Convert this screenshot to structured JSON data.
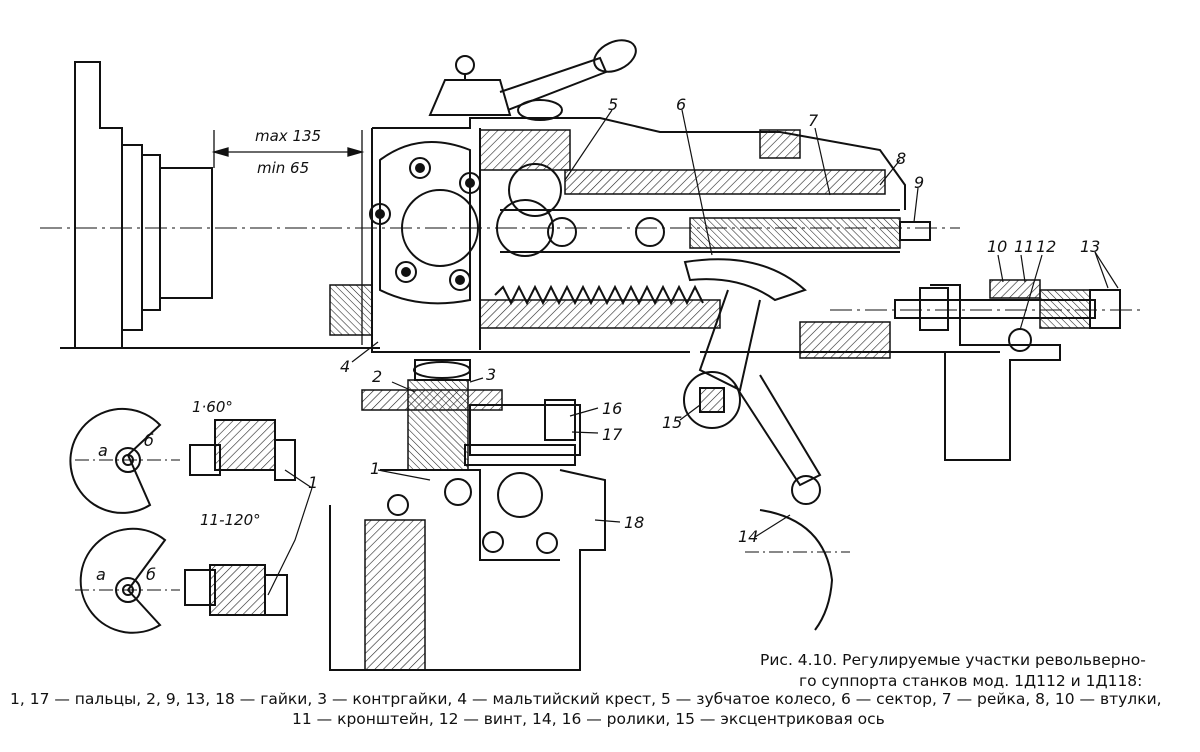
{
  "figure": {
    "dimensions": {
      "max": "max 135",
      "min": "min 65"
    },
    "angles": {
      "a1": "1·60°",
      "a2": "11-120°"
    },
    "part_labels": [
      "1",
      "2",
      "3",
      "4",
      "5",
      "6",
      "7",
      "8",
      "9",
      "10",
      "11",
      "12",
      "13",
      "14",
      "15",
      "16",
      "17",
      "18"
    ],
    "sector_letters": {
      "a": "a",
      "b": "б"
    }
  },
  "caption": {
    "title_line1": "Рис. 4.10. Регулируемые участки револьверно-",
    "title_line2": "го суппорта станков мод. 1Д112 и 1Д118:",
    "legend_line1": "1, 17 — пальцы, 2, 9, 13, 18 — гайки, 3 — контргайки, 4 — мальтийский крест, 5 — зубчатое колесо, 6 — сектор, 7 — рейка, 8, 10 — втулки,",
    "legend_line2": "11 — кронштейн, 12 — винт, 14, 16 — ролики, 15 — эксцентриковая ось",
    "legend_line3": ""
  }
}
